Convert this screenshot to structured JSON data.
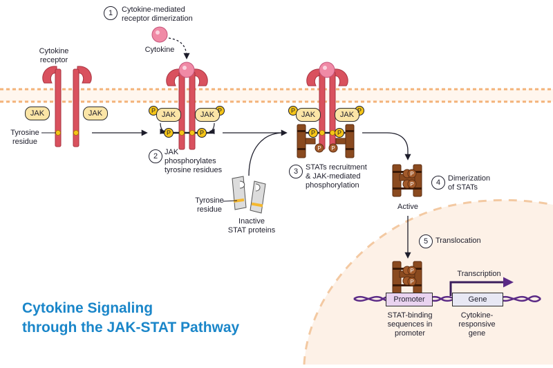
{
  "title_line1": "Cytokine Signaling",
  "title_line2": "through the JAK-STAT Pathway",
  "labels": {
    "cytokine_receptor_1": "Cytokine",
    "cytokine_receptor_2": "receptor",
    "jak": "JAK",
    "tyrosine_1": "Tyrosine",
    "tyrosine_2": "residue",
    "cytokine": "Cytokine",
    "p": "P",
    "inactive_1": "Inactive",
    "inactive_2": "STAT proteins",
    "active": "Active",
    "promoter": "Promoter",
    "gene": "Gene",
    "transcription": "Transcription",
    "stat_binding_1": "STAT-binding",
    "stat_binding_2": "sequences in",
    "stat_binding_3": "promoter",
    "responsive_1": "Cytokine-",
    "responsive_2": "responsive",
    "responsive_3": "gene"
  },
  "steps": [
    {
      "number": "1",
      "line1": "Cytokine-mediated",
      "line2": "receptor dimerization",
      "line3": ""
    },
    {
      "number": "2",
      "line1": "JAK",
      "line2": "phosphorylates",
      "line3": "tyrosine residues"
    },
    {
      "number": "3",
      "line1": "STATs recruitment",
      "line2": "& JAK-mediated",
      "line3": "phosphorylation"
    },
    {
      "number": "4",
      "line1": "Dimerization",
      "line2": "of STATs",
      "line3": ""
    },
    {
      "number": "5",
      "line1": "Translocation",
      "line2": "",
      "line3": ""
    }
  ],
  "colors": {
    "membrane": "#f3b37a",
    "receptor": "#d9515e",
    "jak": "#fbe5a6",
    "stat": "#8a4a1f",
    "phosphate": "#f5c518",
    "cytokine": "#f08aa6",
    "nucleus": "#fdf1e7",
    "dna": "#5b2a86",
    "promoter": "#e9d3f0",
    "gene": "#e8e8f4",
    "title": "#1a86c9"
  }
}
